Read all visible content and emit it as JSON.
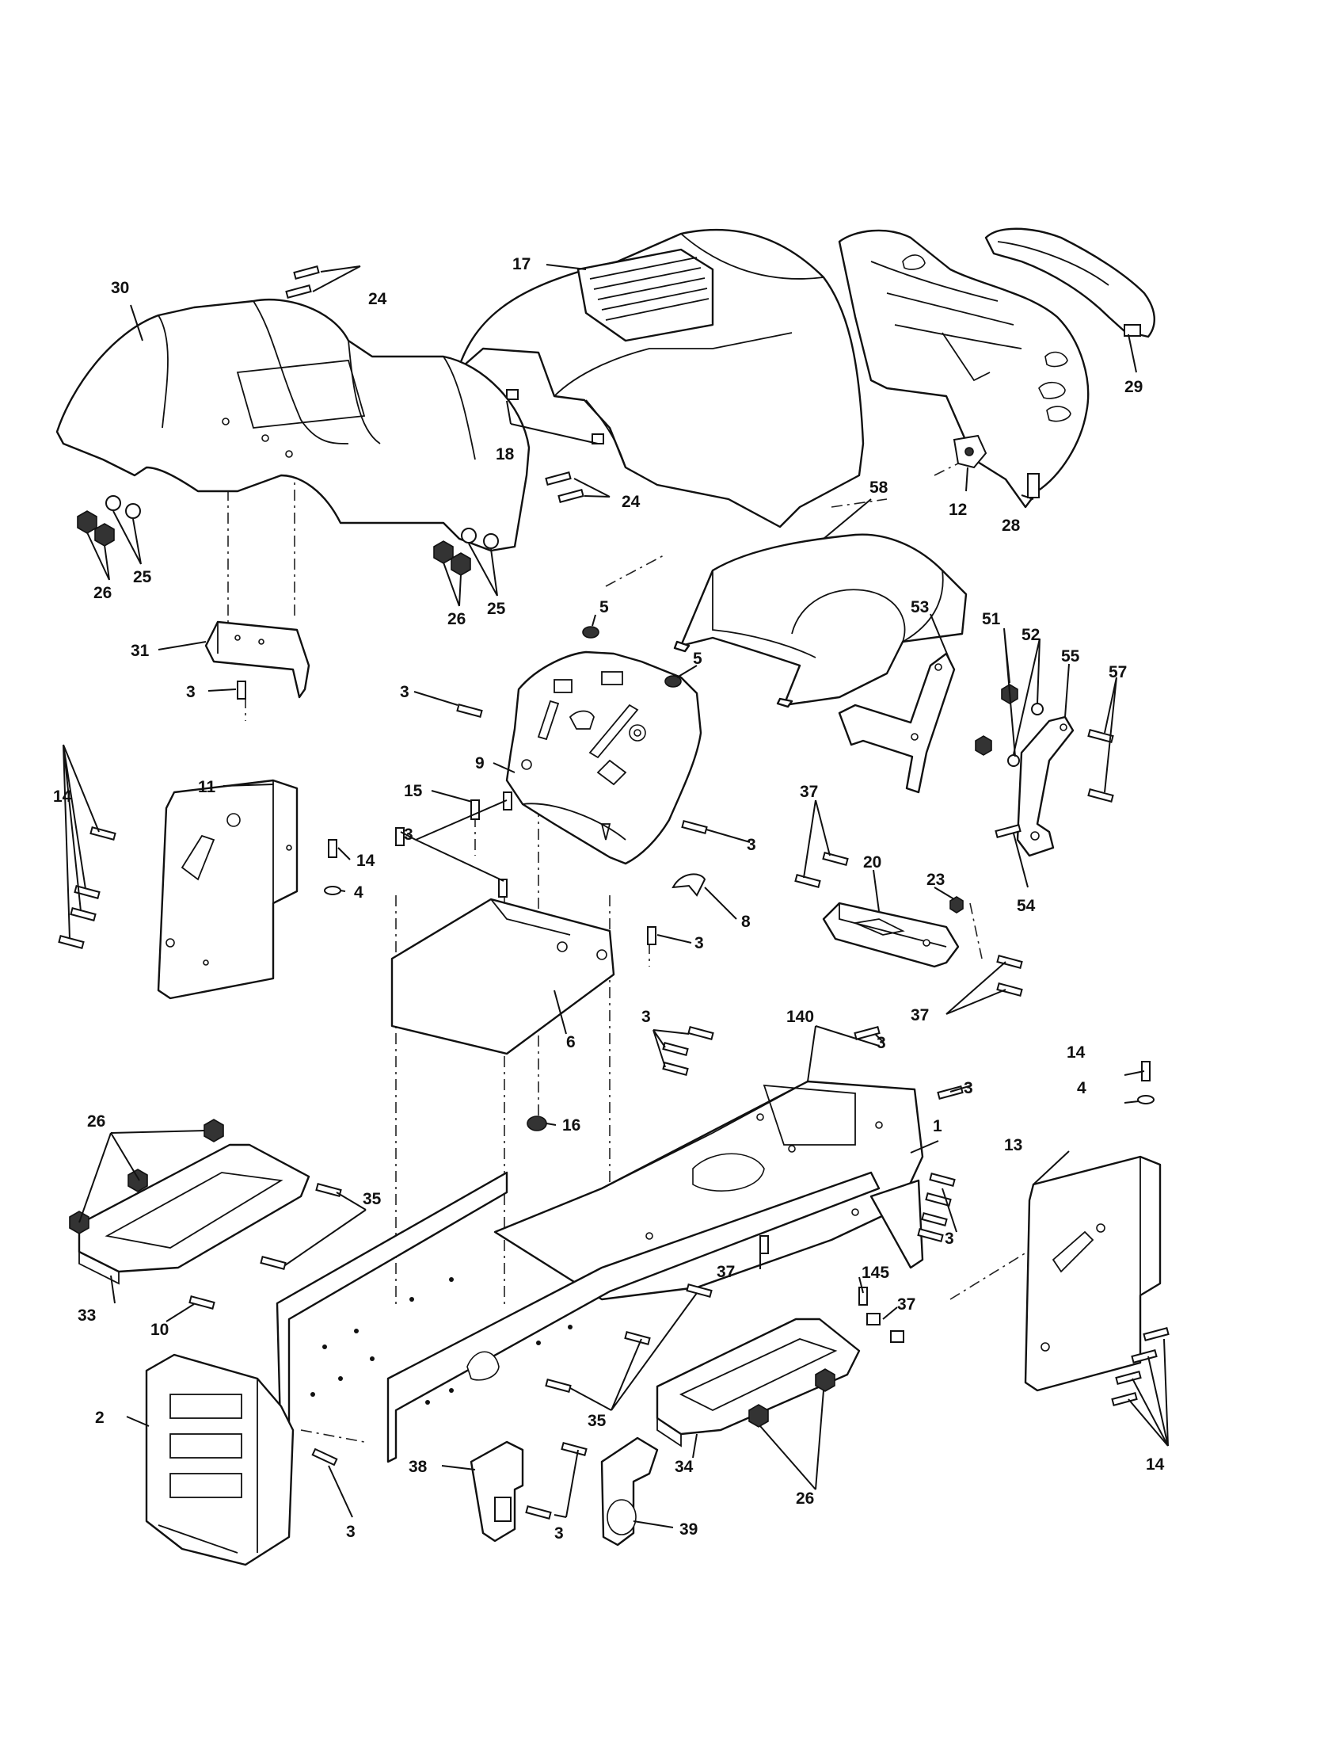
{
  "diagram": {
    "callouts": [
      {
        "id": "c17",
        "text": "17"
      },
      {
        "id": "c30",
        "text": "30"
      },
      {
        "id": "c24a",
        "text": "24"
      },
      {
        "id": "c24b",
        "text": "24"
      },
      {
        "id": "c29",
        "text": "29"
      },
      {
        "id": "c18",
        "text": "18"
      },
      {
        "id": "c12",
        "text": "12"
      },
      {
        "id": "c28",
        "text": "28"
      },
      {
        "id": "c25a",
        "text": "25"
      },
      {
        "id": "c26a",
        "text": "26"
      },
      {
        "id": "c25b",
        "text": "25"
      },
      {
        "id": "c26b",
        "text": "26"
      },
      {
        "id": "c58",
        "text": "58"
      },
      {
        "id": "c5a",
        "text": "5"
      },
      {
        "id": "c5b",
        "text": "5"
      },
      {
        "id": "c53",
        "text": "53"
      },
      {
        "id": "c31",
        "text": "31"
      },
      {
        "id": "c3a",
        "text": "3"
      },
      {
        "id": "c3b",
        "text": "3"
      },
      {
        "id": "c51",
        "text": "51"
      },
      {
        "id": "c52",
        "text": "52"
      },
      {
        "id": "c55",
        "text": "55"
      },
      {
        "id": "c57",
        "text": "57"
      },
      {
        "id": "c9",
        "text": "9"
      },
      {
        "id": "c11",
        "text": "11"
      },
      {
        "id": "c14a",
        "text": "14"
      },
      {
        "id": "c15",
        "text": "15"
      },
      {
        "id": "c14b",
        "text": "14"
      },
      {
        "id": "c37a",
        "text": "37"
      },
      {
        "id": "c20",
        "text": "20"
      },
      {
        "id": "c23",
        "text": "23"
      },
      {
        "id": "c3c",
        "text": "3"
      },
      {
        "id": "c4a",
        "text": "4"
      },
      {
        "id": "c54",
        "text": "54"
      },
      {
        "id": "c3d",
        "text": "3"
      },
      {
        "id": "c8",
        "text": "8"
      },
      {
        "id": "c3e",
        "text": "3"
      },
      {
        "id": "c37b",
        "text": "37"
      },
      {
        "id": "c3f",
        "text": "3"
      },
      {
        "id": "c140",
        "text": "140"
      },
      {
        "id": "c3g",
        "text": "3"
      },
      {
        "id": "c6",
        "text": "6"
      },
      {
        "id": "c14c",
        "text": "14"
      },
      {
        "id": "c3h",
        "text": "3"
      },
      {
        "id": "c4b",
        "text": "4"
      },
      {
        "id": "c16",
        "text": "16"
      },
      {
        "id": "c1",
        "text": "1"
      },
      {
        "id": "c26c",
        "text": "26"
      },
      {
        "id": "c13",
        "text": "13"
      },
      {
        "id": "c35a",
        "text": "35"
      },
      {
        "id": "c3i",
        "text": "3"
      },
      {
        "id": "c37c",
        "text": "37"
      },
      {
        "id": "c145",
        "text": "145"
      },
      {
        "id": "c33",
        "text": "33"
      },
      {
        "id": "c37d",
        "text": "37"
      },
      {
        "id": "c10",
        "text": "10"
      },
      {
        "id": "c35b",
        "text": "35"
      },
      {
        "id": "c2",
        "text": "2"
      },
      {
        "id": "c34",
        "text": "34"
      },
      {
        "id": "c14d",
        "text": "14"
      },
      {
        "id": "c38",
        "text": "38"
      },
      {
        "id": "c26d",
        "text": "26"
      },
      {
        "id": "c39",
        "text": "39"
      },
      {
        "id": "c3j",
        "text": "3"
      },
      {
        "id": "c3k",
        "text": "3"
      }
    ]
  }
}
